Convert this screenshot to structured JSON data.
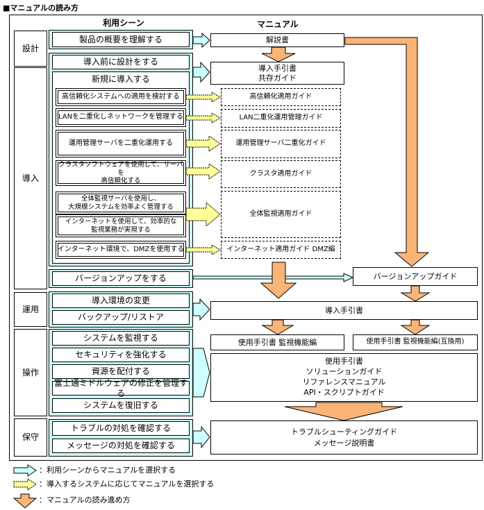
{
  "title": "■マニュアルの読み方",
  "headers": {
    "scenes": "利用シーン",
    "manuals": "マニュアル"
  },
  "categories": [
    "設計",
    "導入",
    "運用",
    "操作",
    "保守"
  ],
  "scenes": {
    "design": "製品の概要を理解する",
    "intro_pre": "導入前に設計をする",
    "intro_new": "新規に導入する",
    "intro_ha": "高信頼化システムへの適用を検討する",
    "intro_lan": "LANを二重化しネットワークを管理する",
    "intro_server": "運用管理サーバを二重化運用する",
    "intro_cluster": "クラスタソフトウェアを使用して、サーバを\n高信頼化する",
    "intro_large": "全体監視サーバを使用し、\n大規模システムを効率よく管理する",
    "intro_internet": "インターネットを使用して、効率的な\n監視業務が実現する",
    "intro_dmz": "インターネット環境で、DMZを使用する",
    "version_up": "バージョンアップをする",
    "ops_env": "導入環境の変更",
    "ops_backup": "バックアップ/リストア",
    "op_monitor": "システムを監視する",
    "op_security": "セキュリティを強化する",
    "op_resource": "資源を配付する",
    "op_patch": "富士通ミドルウェアの修正を管理する",
    "op_restore": "システムを復旧する",
    "mt_trouble": "トラブルの対処を確認する",
    "mt_message": "メッセージの対処を確認する"
  },
  "manuals": {
    "explain": "解説書",
    "intro_guide": "導入手引書\n共存ガイド",
    "ha_guide": "高信頼化適用ガイド",
    "lan_guide": "LAN二重化運用管理ガイド",
    "server_guide": "運用管理サーバ二重化ガイド",
    "cluster_guide": "クラスタ適用ガイド",
    "overall_guide": "全体監視適用ガイド",
    "dmz_guide": "インターネット適用ガイド DMZ編",
    "version_guide": "バージョンアップガイド",
    "intro_manual": "導入手引書",
    "usage_monitor": "使用手引書 監視機能編",
    "usage_monitor_compat": "使用手引書 監視機能編(互換用)",
    "usage_set": "使用手引書\nソリューションガイド\nリファレンスマニュアル\nAPI・スクリプトガイド",
    "trouble_set": "トラブルシューティングガイド\nメッセージ説明書"
  },
  "legend": [
    {
      "icon": "cyan-arrow-icon",
      "text": "：利用シーンからマニュアルを選択する"
    },
    {
      "icon": "yellow-arrow-icon",
      "text": "：導入するシステムに応じてマニュアルを選択する"
    },
    {
      "icon": "orange-arrow-icon",
      "text": "：マニュアルの読み進め方"
    }
  ],
  "colors": {
    "cyan": "#ccffff",
    "yellow": "#ffff99",
    "orange": "#f9b477"
  }
}
